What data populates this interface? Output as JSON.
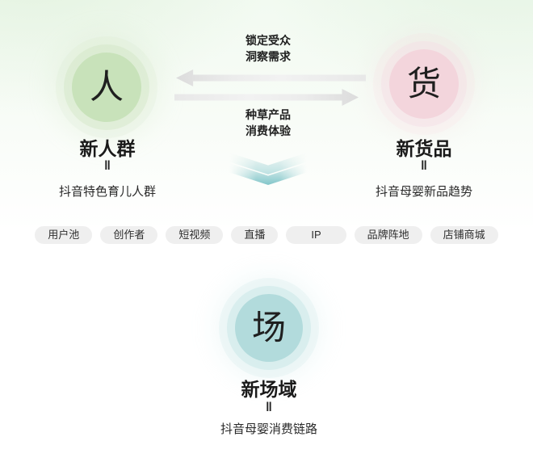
{
  "diagram": {
    "equals_symbol": "‖",
    "nodes": {
      "people": {
        "char": "人",
        "title": "新人群",
        "subtitle": "抖音特色育儿人群",
        "color": "#c8e2ba"
      },
      "goods": {
        "char": "货",
        "title": "新货品",
        "subtitle": "抖音母婴新品趋势",
        "color": "#f3d5dc"
      },
      "place": {
        "char": "场",
        "title": "新场域",
        "subtitle": "抖音母婴消费链路",
        "color": "#b2dbdc"
      }
    },
    "exchange": {
      "top_label": {
        "line1": "锁定受众",
        "line2": "洞察需求",
        "direction": "left"
      },
      "bottom_label": {
        "line1": "种草产品",
        "line2": "消费体验",
        "direction": "right"
      }
    },
    "pills": [
      "用户池",
      "创作者",
      "短视频",
      "直播",
      "IP",
      "品牌阵地",
      "店铺商城"
    ],
    "colors": {
      "arrow_gray": "#e9e9e9",
      "chevron_teal": "#7fc3c6",
      "pill_bg": "#efefef",
      "background_tint": "#f2faf1"
    }
  }
}
